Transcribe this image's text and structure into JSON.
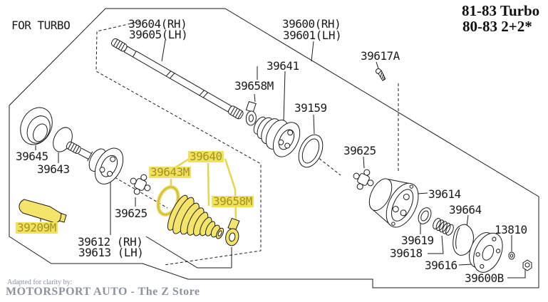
{
  "header": {
    "line1": "81-83 Turbo",
    "line2": "80-83 2+2*"
  },
  "footer": {
    "credit": "Adapted for clarity by:",
    "brand": "MOTORSPORT AUTO - The Z Store"
  },
  "colors": {
    "line": "#1b1b1b",
    "highlight_bg": "#f2e15c",
    "highlight_text": "#a3931f",
    "highlight_part_fill": "#f4e46a",
    "highlight_leader": "#e8d44f",
    "footer_text": "#8d929b"
  },
  "labels": {
    "for_turbo": {
      "text": "FOR TURBO"
    },
    "p39604": {
      "text": "39604(RH)"
    },
    "p39605": {
      "text": "39605(LH)"
    },
    "p39600": {
      "text": "39600(RH)"
    },
    "p39601": {
      "text": "39601(LH)"
    },
    "p39617a": {
      "text": "39617A"
    },
    "p39641": {
      "text": "39641"
    },
    "p39658m_top": {
      "text": "39658M"
    },
    "p39159": {
      "text": "39159"
    },
    "p39625r": {
      "text": "39625"
    },
    "p39614": {
      "text": "39614"
    },
    "p39664": {
      "text": "39664"
    },
    "p13810": {
      "text": "13810"
    },
    "p39619": {
      "text": "39619"
    },
    "p39618": {
      "text": "39618"
    },
    "p39616": {
      "text": "39616"
    },
    "p39600b": {
      "text": "39600B"
    },
    "p39645": {
      "text": "39645"
    },
    "p39643": {
      "text": "39643"
    },
    "p39640": {
      "text": "39640",
      "highlighted": true
    },
    "p39643m": {
      "text": "39643M",
      "highlighted": true
    },
    "p39658m_mid": {
      "text": "39658M",
      "highlighted": true
    },
    "p39209m": {
      "text": "39209M",
      "highlighted": true
    },
    "p39625l": {
      "text": "39625"
    },
    "p39612": {
      "text": "39612 (RH)"
    },
    "p39613": {
      "text": "39613 (LH)"
    }
  }
}
